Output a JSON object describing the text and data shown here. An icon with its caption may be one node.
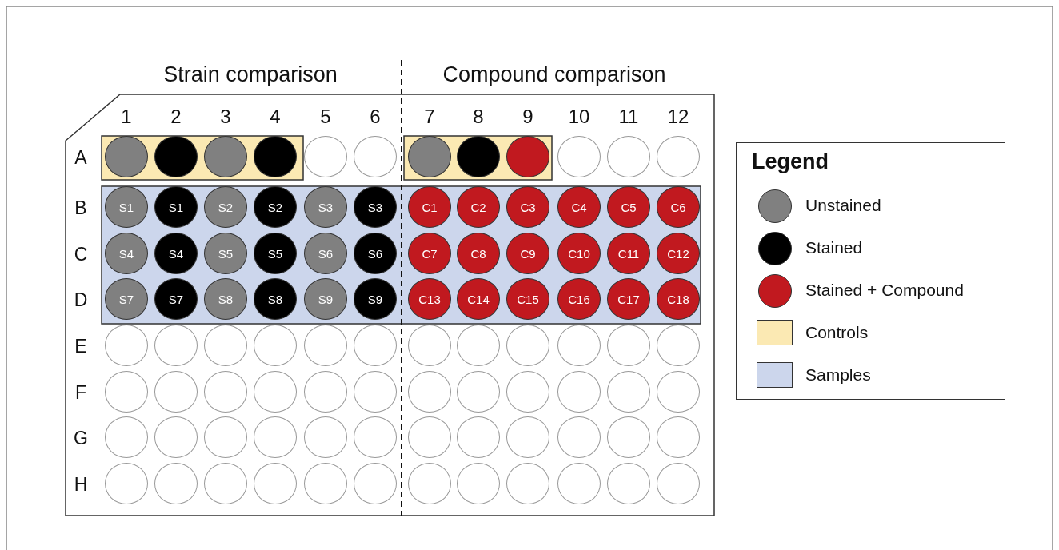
{
  "diagram": {
    "nodes": [
      {
        "text": [],
        "shape": "circle"
      },
      {
        "text": [],
        "shape": "circle"
      },
      {
        "text": [],
        "shape": "circle"
      },
      {
        "text": [],
        "shape": "circle"
      },
      {
        "text": [],
        "shape": "circle"
      },
      {
        "text": [],
        "shape": "circle"
      },
      {
        "text": [],
        "shape": "circle"
      },
      {
        "text": [],
        "shape": "circle"
      },
      {
        "text": [],
        "shape": "circle"
      },
      {
        "text": [],
        "shape": "circle"
      },
      {
        "text": [],
        "shape": "circle"
      },
      {
        "text": [],
        "shape": "circle"
      },
      {
        "text": [
          "S1"
        ]
      },
      {
        "text": [
          "S1"
        ]
      },
      {
        "text": [
          "S2"
        ]
      },
      {
        "text": [
          "S2"
        ]
      },
      {
        "text": [
          "S3"
        ]
      },
      {
        "text": [
          "S3"
        ]
      },
      {
        "text": [
          "C1"
        ]
      },
      {
        "text": [
          "C2"
        ]
      },
      {
        "text": [
          "C3"
        ]
      },
      {
        "text": [
          "C4"
        ]
      },
      {
        "text": [
          "C5"
        ]
      },
      {
        "text": [
          "C6"
        ]
      },
      {
        "text": [
          "S4"
        ]
      },
      {
        "text": [
          "S4"
        ]
      },
      {
        "text": [
          "S5"
        ]
      },
      {
        "text": [
          "S5"
        ]
      },
      {
        "text": [
          "S6"
        ]
      },
      {
        "text": [
          "S6"
        ]
      },
      {
        "text": [
          "C7"
        ]
      },
      {
        "text": [
          "C8"
        ]
      },
      {
        "text": [
          "C9"
        ]
      },
      {
        "text": [
          "C10"
        ]
      },
      {
        "text": [
          "C11"
        ]
      },
      {
        "text": [
          "C12"
        ]
      },
      {
        "text": [
          "S7"
        ]
      },
      {
        "text": [
          "S7"
        ]
      },
      {
        "text": [
          "S8"
        ]
      },
      {
        "text": [
          "S8"
        ]
      },
      {
        "text": [
          "S9"
        ]
      },
      {
        "text": [
          "S9"
        ]
      },
      {
        "text": [
          "C13"
        ]
      },
      {
        "text": [
          "C14"
        ]
      },
      {
        "text": [
          "C15"
        ]
      },
      {
        "text": [
          "C16"
        ]
      },
      {
        "text": [
          "C17"
        ]
      },
      {
        "text": [
          "C18"
        ]
      },
      {
        "text": [],
        "shape": "circle"
      },
      {
        "text": [],
        "shape": "circle"
      },
      {
        "text": [],
        "shape": "circle"
      },
      {
        "text": [],
        "shape": "circle"
      },
      {
        "text": [],
        "shape": "circle"
      },
      {
        "text": [],
        "shape": "circle"
      },
      {
        "text": [],
        "shape": "circle"
      },
      {
        "text": [],
        "shape": "circle"
      },
      {
        "text": [],
        "shape": "circle"
      },
      {
        "text": [],
        "shape": "circle"
      },
      {
        "text": [],
        "shape": "circle"
      },
      {
        "text": [],
        "shape": "circle"
      },
      {
        "text": [],
        "shape": "circle"
      },
      {
        "text": [],
        "shape": "circle"
      },
      {
        "text": [],
        "shape": "circle"
      },
      {
        "text": [],
        "shape": "circle"
      },
      {
        "text": [],
        "shape": "circle"
      },
      {
        "text": [],
        "shape": "circle"
      },
      {
        "text": [],
        "shape": "circle"
      },
      {
        "text": [],
        "shape": "circle"
      },
      {
        "text": [],
        "shape": "circle"
      },
      {
        "text": [],
        "shape": "circle"
      },
      {
        "text": [],
        "shape": "circle"
      },
      {
        "text": [],
        "shape": "circle"
      },
      {
        "text": [],
        "shape": "circle"
      },
      {
        "text": [],
        "shape": "circle"
      },
      {
        "text": [],
        "shape": "circle"
      },
      {
        "text": [],
        "shape": "circle"
      },
      {
        "text": [],
        "shape": "circle"
      },
      {
        "text": [],
        "shape": "circle"
      },
      {
        "text": [],
        "shape": "circle"
      },
      {
        "text": [],
        "shape": "circle"
      },
      {
        "text": [],
        "shape": "circle"
      },
      {
        "text": [],
        "shape": "circle"
      },
      {
        "text": [],
        "shape": "circle"
      },
      {
        "text": [],
        "shape": "circle"
      },
      {
        "text": [],
        "shape": "circle"
      },
      {
        "text": [],
        "shape": "circle"
      },
      {
        "text": [],
        "shape": "circle"
      },
      {
        "text": [],
        "shape": "circle"
      },
      {
        "text": [],
        "shape": "circle"
      },
      {
        "text": [],
        "shape": "circle"
      },
      {
        "text": [],
        "shape": "circle"
      },
      {
        "text": [],
        "shape": "circle"
      },
      {
        "text": [],
        "shape": "circle"
      },
      {
        "text": [],
        "shape": "circle"
      },
      {
        "text": [],
        "shape": "circle"
      },
      {
        "text": [],
        "shape": "circle"
      }
    ],
    "labels": [
      "Strain comparison",
      "Compound comparison",
      "1",
      "2",
      "3",
      "4",
      "5",
      "6",
      "7",
      "8",
      "9",
      "10",
      "11",
      "12",
      "A",
      "B",
      "C",
      "D",
      "E",
      "F",
      "G",
      "H",
      "Legend"
    ],
    "legend": [
      {
        "text": "Unstained",
        "color": "#808080"
      },
      {
        "text": "Stained",
        "color": "#000000"
      },
      {
        "text": "Stained + Compound",
        "color": "#c1191f"
      },
      {
        "text": "Controls",
        "color": "#fbe9b3"
      },
      {
        "text": "Samples",
        "color": "#ccd6ec"
      }
    ]
  }
}
